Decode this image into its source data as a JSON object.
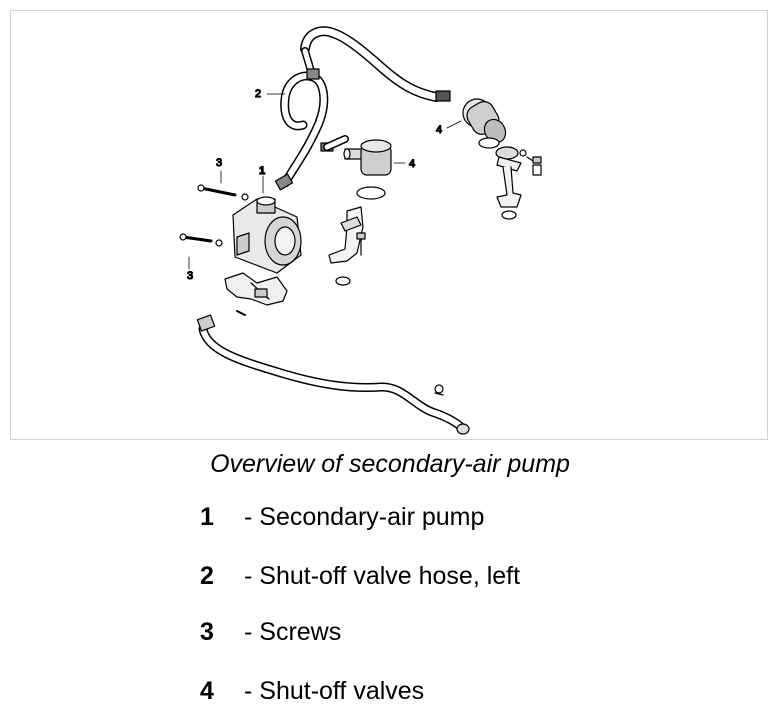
{
  "figure": {
    "callouts": {
      "c1": "1",
      "c2": "2",
      "c3a": "3",
      "c3b": "3",
      "c4a": "4",
      "c4b": "4"
    }
  },
  "caption": "Overview of secondary-air pump",
  "legend": [
    {
      "number": "1",
      "text": "- Secondary-air pump"
    },
    {
      "number": "2",
      "text": "- Shut-off valve hose, left"
    },
    {
      "number": "3",
      "text": "- Screws"
    },
    {
      "number": "4",
      "text": "- Shut-off valves"
    }
  ]
}
